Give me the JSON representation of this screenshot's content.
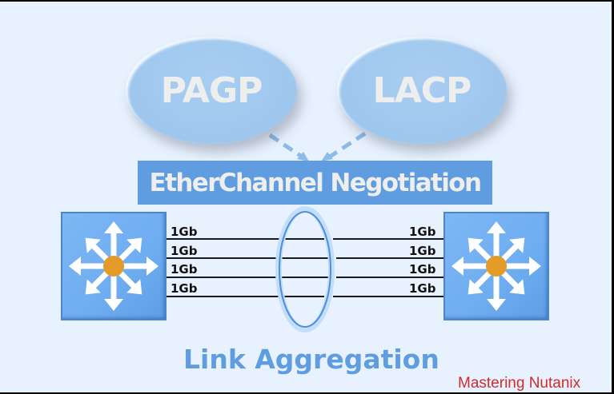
{
  "protocols": [
    {
      "label": "PAGP"
    },
    {
      "label": "LACP"
    }
  ],
  "negotiation": {
    "label": "EtherChannel Negotiation"
  },
  "links": {
    "left_labels": [
      "1Gb",
      "1Gb",
      "1Gb",
      "1Gb"
    ],
    "right_labels": [
      "1Gb",
      "1Gb",
      "1Gb",
      "1Gb"
    ]
  },
  "switches": [
    {
      "icon": "multilayer-switch-icon"
    },
    {
      "icon": "multilayer-switch-icon"
    }
  ],
  "title": {
    "label": "Link Aggregation"
  },
  "watermark": {
    "label": "Mastering Nutanix"
  },
  "colors": {
    "background": "#e8f2fe",
    "oval": "#9fc7ee",
    "banner": "#5f9de0",
    "switch": "#6fadf1",
    "hub": "#e39a26",
    "watermark": "#d42a2a"
  }
}
